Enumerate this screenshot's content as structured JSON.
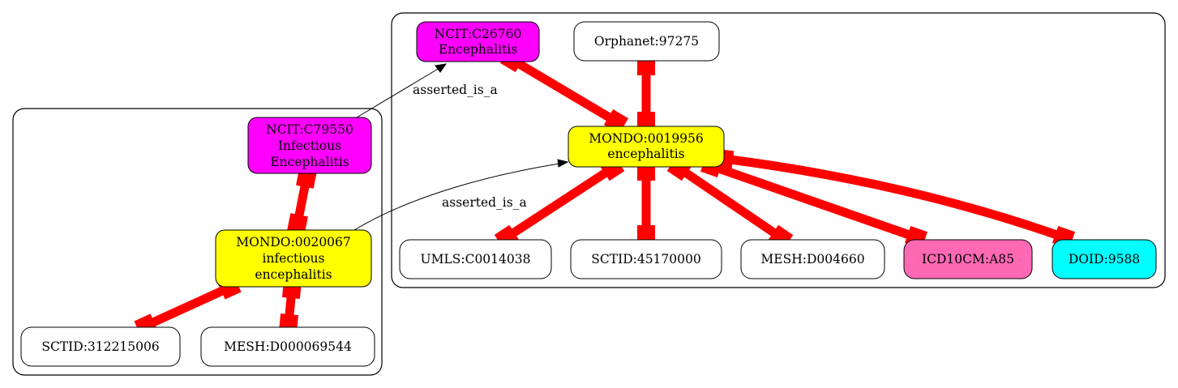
{
  "colors": {
    "mondo": "#ffff00",
    "ncit": "#ff00ff",
    "icd10cm": "#ff69b4",
    "doid": "#00ffff",
    "default": "#ffffff",
    "equivalence_edge": "#ff0000"
  },
  "nodes": {
    "ncit_c26760": {
      "lines": [
        "NCIT:C26760",
        "Encephalitis"
      ],
      "color": "ncit"
    },
    "orphanet_97275": {
      "lines": [
        "Orphanet:97275"
      ],
      "color": "default"
    },
    "mondo_0019956": {
      "lines": [
        "MONDO:0019956",
        "encephalitis"
      ],
      "color": "mondo"
    },
    "umls_c0014038": {
      "lines": [
        "UMLS:C0014038"
      ],
      "color": "default"
    },
    "sctid_45170000": {
      "lines": [
        "SCTID:45170000"
      ],
      "color": "default"
    },
    "mesh_d004660": {
      "lines": [
        "MESH:D004660"
      ],
      "color": "default"
    },
    "icd10cm_a85": {
      "lines": [
        "ICD10CM:A85"
      ],
      "color": "icd10cm"
    },
    "doid_9588": {
      "lines": [
        "DOID:9588"
      ],
      "color": "doid"
    },
    "ncit_c79550": {
      "lines": [
        "NCIT:C79550",
        "Infectious",
        "Encephalitis"
      ],
      "color": "ncit"
    },
    "mondo_0020067": {
      "lines": [
        "MONDO:0020067",
        "infectious",
        "encephalitis"
      ],
      "color": "mondo"
    },
    "sctid_312215006": {
      "lines": [
        "SCTID:312215006"
      ],
      "color": "default"
    },
    "mesh_d000069544": {
      "lines": [
        "MESH:D000069544"
      ],
      "color": "default"
    }
  },
  "edges": {
    "equivalences": [
      [
        "ncit_c26760",
        "mondo_0019956"
      ],
      [
        "orphanet_97275",
        "mondo_0019956"
      ],
      [
        "mondo_0019956",
        "umls_c0014038"
      ],
      [
        "mondo_0019956",
        "sctid_45170000"
      ],
      [
        "mondo_0019956",
        "mesh_d004660"
      ],
      [
        "mondo_0019956",
        "icd10cm_a85"
      ],
      [
        "mondo_0019956",
        "doid_9588"
      ],
      [
        "ncit_c79550",
        "mondo_0020067"
      ],
      [
        "mondo_0020067",
        "sctid_312215006"
      ],
      [
        "mondo_0020067",
        "mesh_d000069544"
      ]
    ],
    "relations": [
      {
        "from": "ncit_c79550",
        "to": "ncit_c26760",
        "label": "asserted_is_a"
      },
      {
        "from": "mondo_0020067",
        "to": "mondo_0019956",
        "label": "asserted_is_a"
      }
    ]
  }
}
